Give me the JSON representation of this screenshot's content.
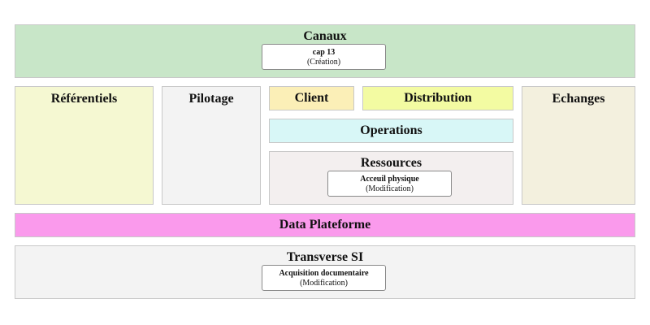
{
  "canaux": {
    "title": "Canaux",
    "cards": [
      {
        "name": "cap 13",
        "status": "(Création)"
      }
    ]
  },
  "referentiels": {
    "title": "Référentiels"
  },
  "pilotage": {
    "title": "Pilotage"
  },
  "client": {
    "title": "Client"
  },
  "distribution": {
    "title": "Distribution"
  },
  "operations": {
    "title": "Operations"
  },
  "ressources": {
    "title": "Ressources",
    "cards": [
      {
        "name": "Acceuil physique",
        "status": "(Modification)"
      }
    ]
  },
  "echanges": {
    "title": "Echanges"
  },
  "data_plateforme": {
    "title": "Data Plateforme"
  },
  "transverse": {
    "title": "Transverse SI",
    "cards": [
      {
        "name": "Acquisition documentaire",
        "status": "(Modification)"
      }
    ]
  },
  "colors": {
    "canaux": "#c8e6c8",
    "referentiels": "#f5f8d2",
    "pilotage": "#f3f3f3",
    "client": "#fbefb7",
    "distribution": "#f3fba2",
    "operations": "#d8f7f7",
    "ressources": "#f3efef",
    "echanges": "#f3f0de",
    "data_plateforme": "#fa9aec",
    "transverse": "#f3f3f3"
  }
}
